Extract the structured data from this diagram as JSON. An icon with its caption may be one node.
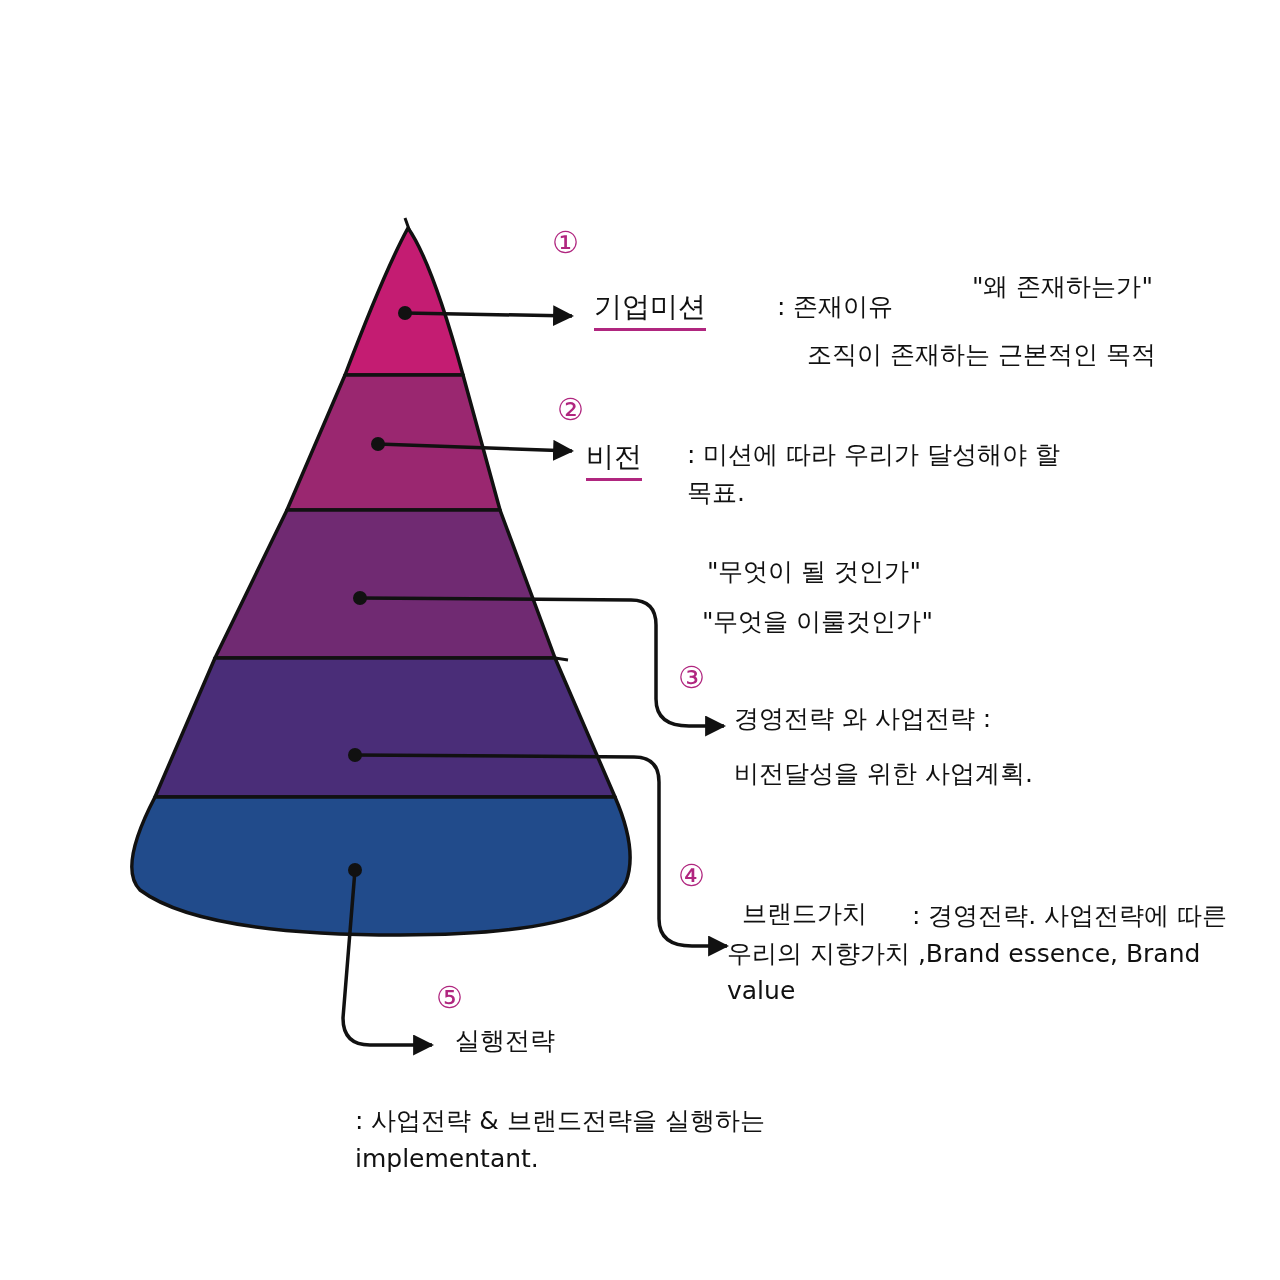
{
  "diagram": {
    "nodes": [
      {
        "text": [],
        "shape": "band"
      },
      {
        "text": [],
        "shape": "band"
      },
      {
        "text": [],
        "shape": "band"
      },
      {
        "text": [],
        "shape": "band"
      },
      {
        "text": [],
        "shape": "band"
      },
      {
        "text": [
          "기업미션",
          ": 존재이유",
          "\"왜 존재하는가\"",
          "조직이 존재하는 근본적인 목적"
        ]
      },
      {
        "text": [
          "비전",
          ": 미션에 따라 우리가 달성해야 할 목표.",
          "\"무엇이 될 것인가\"",
          "\"무엇을 이룰것인가\""
        ]
      },
      {
        "text": [
          "경영전략 와 사업전략 :",
          "비전달성을 위한 사업계획."
        ]
      },
      {
        "text": [
          "브랜드가치",
          ": 경영전략. 사업전략에 따른 우리의 지향가치 ,Brand essence, Brand value"
        ]
      },
      {
        "text": [
          "실행전략",
          ": 사업전략 & 브랜드전략을 실행하는 implementant."
        ]
      }
    ],
    "edges": [
      {
        "from": 0,
        "to": 5,
        "arrow": "to"
      },
      {
        "from": 1,
        "to": 6,
        "arrow": "to"
      },
      {
        "from": 2,
        "to": 7,
        "arrow": "to"
      },
      {
        "from": 3,
        "to": 8,
        "arrow": "to"
      },
      {
        "from": 4,
        "to": 9,
        "arrow": "to"
      }
    ],
    "labels": [
      "①",
      "②",
      "③",
      "④",
      "⑤"
    ]
  }
}
